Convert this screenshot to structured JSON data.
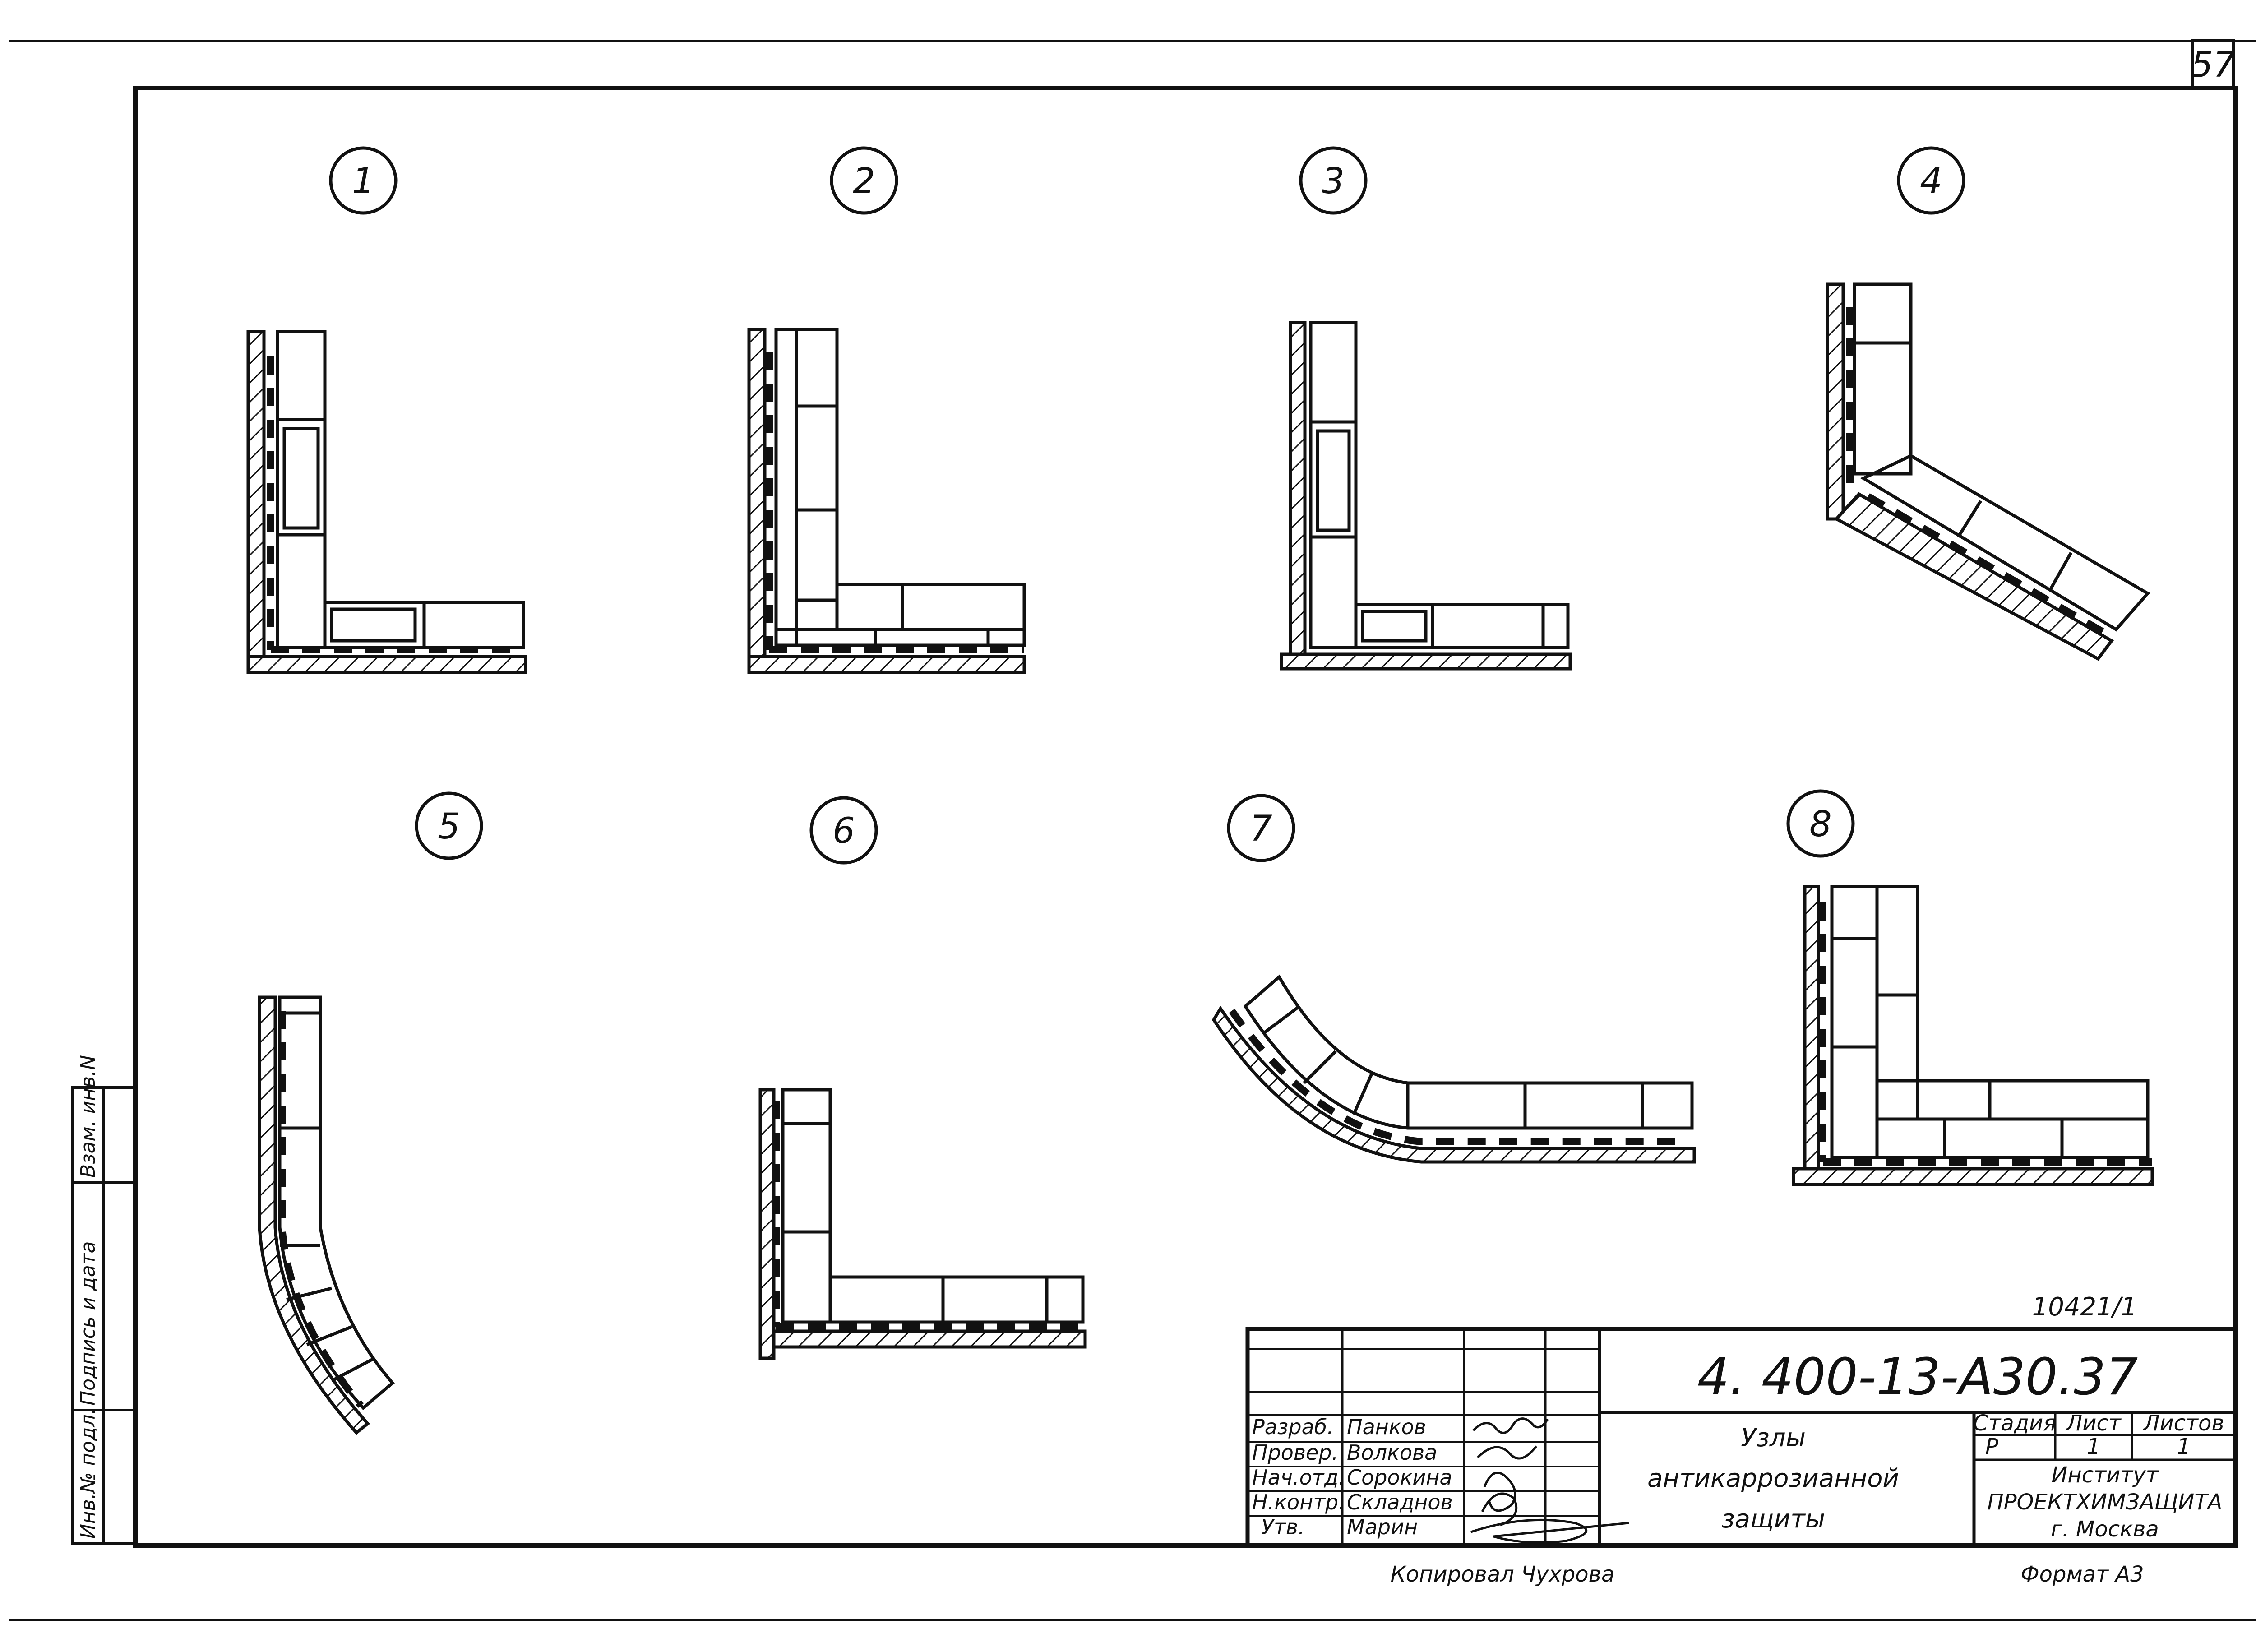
{
  "sheet": {
    "page_number": "57",
    "archive_number": "10421/1",
    "copied_by": "Копировал Чухрова",
    "format": "Формат А3"
  },
  "details": [
    {
      "label": "1"
    },
    {
      "label": "2"
    },
    {
      "label": "3"
    },
    {
      "label": "4"
    },
    {
      "label": "5"
    },
    {
      "label": "6"
    },
    {
      "label": "7"
    },
    {
      "label": "8"
    }
  ],
  "side_stamp": {
    "inv_original": "Инв.№ подл.",
    "sign_date": "Подпись и дата",
    "replace_inv": "Взам. инв.N"
  },
  "title_block": {
    "designation": "4. 400-13-А30.37",
    "title_lines": [
      "Узлы",
      "антикаррозианной",
      "защиты"
    ],
    "signatures": [
      {
        "role": "Разраб.",
        "name": "Панков"
      },
      {
        "role": "Провер.",
        "name": "Волкова"
      },
      {
        "role": "Нач.отд.",
        "name": "Сорокина"
      },
      {
        "role": "Н.контр.",
        "name": "Складнов"
      },
      {
        "role": "Утв.",
        "name": "Марин"
      }
    ],
    "stage_header": "Стадия",
    "sheet_header": "Лист",
    "sheets_header": "Листов",
    "stage_value": "Р",
    "sheet_value": "1",
    "sheets_value": "1",
    "org_lines": [
      "Институт",
      "ПРОЕКТХИМЗАЩИТА",
      "г. Москва"
    ]
  },
  "colors": {
    "ink": "#111111",
    "paper": "#ffffff"
  }
}
